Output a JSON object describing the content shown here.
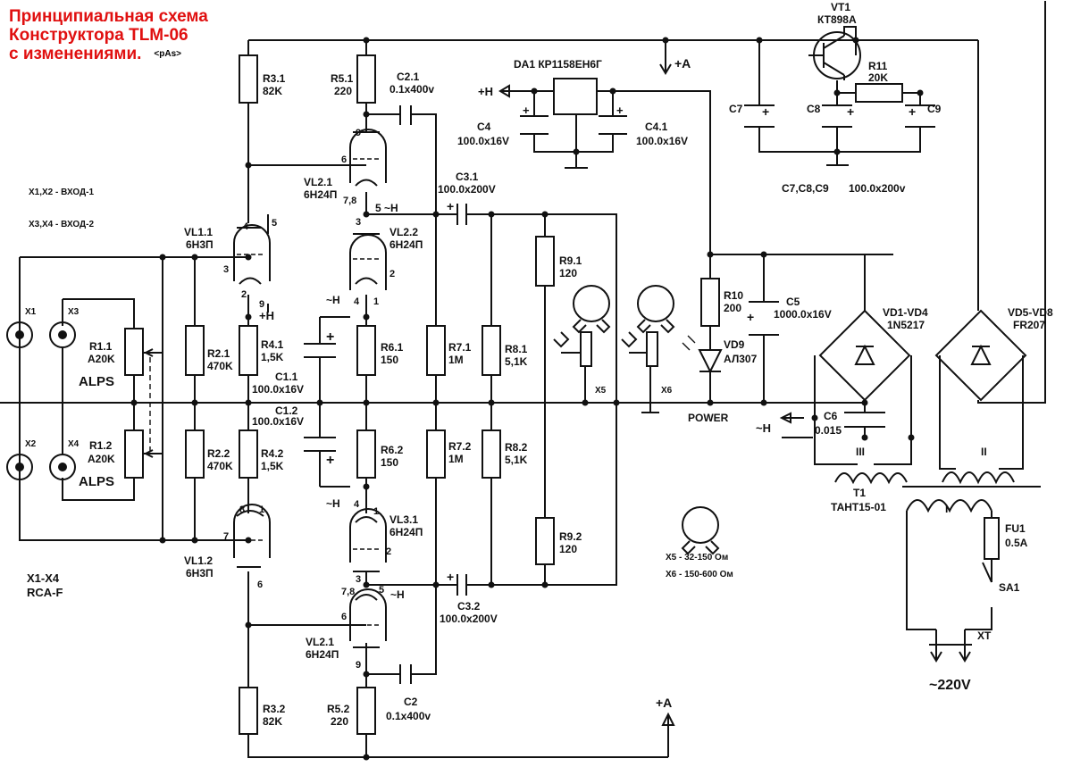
{
  "title": {
    "line1": "Принципиальная схема",
    "line2": "Конструктора TLM-06",
    "line3": "с изменениями.",
    "tag": "<pAs>"
  },
  "colors": {
    "title": "#e01010",
    "ink": "#111111",
    "paper": "#ffffff"
  },
  "notes": {
    "inputs1": "X1,X2 - ВХОД-1",
    "inputs2": "X3,X4 - ВХОД-2",
    "connectors1": "X1-X4",
    "connectors2": "RCA-F",
    "caps_hv": "C7,C8,C9",
    "caps_hv_val": "100.0x200v",
    "x5": "X5 - 32-150 Ом",
    "x6": "X6 - 150-600 Ом",
    "power": "POWER",
    "mains": "~220V"
  },
  "rails": {
    "plus_a_top": "+A",
    "plus_a_bottom": "+A",
    "plus_h": "+H",
    "plus_h2": "+H",
    "tilde_h": "~H"
  },
  "connectors": {
    "x1": "X1",
    "x2": "X2",
    "x3": "X3",
    "x4": "X4",
    "x5": "X5",
    "x6": "X6",
    "xt": "XT",
    "fu1": "FU1",
    "fu1_val": "0.5A",
    "sa1": "SA1"
  },
  "resistors": {
    "r11": {
      "ref": "R1.1",
      "val": "A20K",
      "brand": "ALPS"
    },
    "r12": {
      "ref": "R1.2",
      "val": "A20K",
      "brand": "ALPS"
    },
    "r21": {
      "ref": "R2.1",
      "val": "470K"
    },
    "r22": {
      "ref": "R2.2",
      "val": "470K"
    },
    "r31": {
      "ref": "R3.1",
      "val": "82K"
    },
    "r32": {
      "ref": "R3.2",
      "val": "82K"
    },
    "r41": {
      "ref": "R4.1",
      "val": "1,5K"
    },
    "r42": {
      "ref": "R4.2",
      "val": "1,5K"
    },
    "r51": {
      "ref": "R5.1",
      "val": "220"
    },
    "r52": {
      "ref": "R5.2",
      "val": "220"
    },
    "r61": {
      "ref": "R6.1",
      "val": "150"
    },
    "r62": {
      "ref": "R6.2",
      "val": "150"
    },
    "r71": {
      "ref": "R7.1",
      "val": "1M"
    },
    "r72": {
      "ref": "R7.2",
      "val": "1M"
    },
    "r81": {
      "ref": "R8.1",
      "val": "5,1K"
    },
    "r82": {
      "ref": "R8.2",
      "val": "5,1K"
    },
    "r91": {
      "ref": "R9.1",
      "val": "120"
    },
    "r92": {
      "ref": "R9.2",
      "val": "120"
    },
    "r10": {
      "ref": "R10",
      "val": "200"
    },
    "r11b": {
      "ref": "R11",
      "val": "20K"
    }
  },
  "capacitors": {
    "c11": {
      "ref": "C1.1",
      "val": "100.0x16V"
    },
    "c12": {
      "ref": "C1.2",
      "val": "100.0x16V"
    },
    "c21": {
      "ref": "C2.1",
      "val": "0.1x400v"
    },
    "c2": {
      "ref": "C2",
      "val": "0.1x400v"
    },
    "c31": {
      "ref": "C3.1",
      "val": "100.0x200V"
    },
    "c32": {
      "ref": "C3.2",
      "val": "100.0x200V"
    },
    "c4": {
      "ref": "C4",
      "val": "100.0x16V"
    },
    "c41": {
      "ref": "C4.1",
      "val": "100.0x16V"
    },
    "c5": {
      "ref": "C5",
      "val": "1000.0x16V"
    },
    "c6": {
      "ref": "C6",
      "val": "0.015"
    },
    "c7": {
      "ref": "C7"
    },
    "c8": {
      "ref": "C8"
    },
    "c9": {
      "ref": "C9"
    }
  },
  "tubes": {
    "vl11": {
      "ref": "VL1.1",
      "type": "6Н3П"
    },
    "vl12": {
      "ref": "VL1.2",
      "type": "6Н3П"
    },
    "vl21": {
      "ref": "VL2.1",
      "type": "6Н24П"
    },
    "vl22": {
      "ref": "VL2.2",
      "type": "6Н24П"
    },
    "vl31": {
      "ref": "VL3.1",
      "type": "6Н24П"
    },
    "vl21b": {
      "ref": "VL2.1",
      "type": "6Н24П"
    }
  },
  "semis": {
    "da1": "DA1 КР1158ЕН6Г",
    "vt1": "VT1",
    "vt1_type": "КТ898А",
    "vd1": "VD1-VD4",
    "vd1_type": "1N5217",
    "vd5": "VD5-VD8",
    "vd5_type": "FR207",
    "vd9": "VD9",
    "vd9_type": "АЛ307"
  },
  "transformer": {
    "ref": "T1",
    "type": "ТАНТ15-01",
    "w1": "I",
    "w2": "II",
    "w3": "III"
  },
  "pins": {
    "p9a": "9",
    "p6a": "6",
    "p78a": "7,8",
    "p5a": "5",
    "p3a": "3",
    "p2a": "2",
    "p4a": "4",
    "p1a": "1",
    "p4b": "4",
    "p5b": "5",
    "p3b": "3",
    "p2b": "2",
    "p1b": "1",
    "p9b": "9",
    "p8c": "8",
    "p1c": "1",
    "p7c": "7",
    "p6c": "6",
    "p4d": "4",
    "p1d": "1",
    "p2d": "2",
    "p3d": "3",
    "p78d": "7,8",
    "p5d": "5",
    "p6d": "6",
    "p9d": "9"
  }
}
